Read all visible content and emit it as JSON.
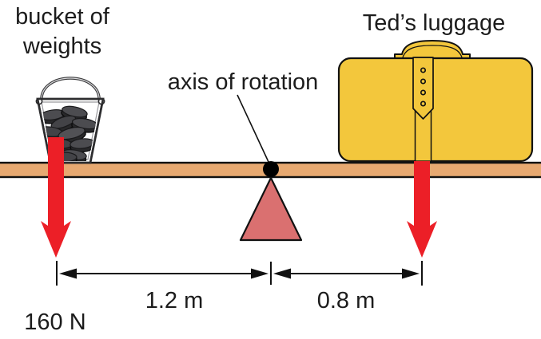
{
  "diagram": {
    "labels": {
      "bucket_line1": "bucket of",
      "bucket_line2": "weights",
      "axis": "axis of rotation",
      "luggage": "Ted’s luggage",
      "distance_left": "1.2 m",
      "distance_right": "0.8 m",
      "force_left": "160 N"
    },
    "colors": {
      "plank": "#E7A971",
      "fulcrum": "#DA7070",
      "luggage": "#F3C73C",
      "arrow": "#EC1F27",
      "pivot": "#000000"
    }
  }
}
